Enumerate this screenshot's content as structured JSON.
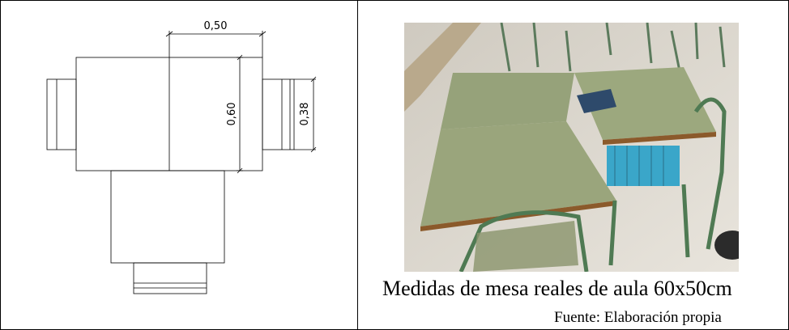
{
  "plan": {
    "dim_width": "0,50",
    "dim_depth": "0,60",
    "dim_chair": "0,38"
  },
  "photo": {
    "icon": "classroom-desks-photo"
  },
  "caption": {
    "title": "Medidas de mesa reales de aula 60x50cm",
    "source": "Fuente: Elaboración propia"
  }
}
